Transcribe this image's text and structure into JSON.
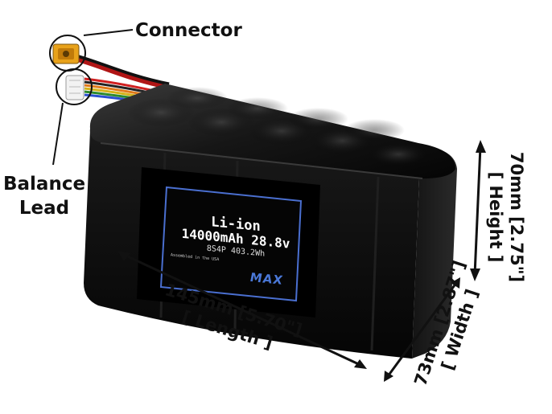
{
  "callouts": {
    "connector": "Connector",
    "balance_line1": "Balance",
    "balance_line2": "Lead"
  },
  "label": {
    "chemistry": "Li-ion",
    "rating": "14000mAh 28.8v",
    "config": "8S4P 403.2Wh",
    "assembled": "Assembled in the USA",
    "logo": "MAX"
  },
  "dimensions": {
    "length_value": "145mm [5.70\"]",
    "length_name": "[ Length ]",
    "height_value": "70mm [2.75\"]",
    "height_name": "[ Height ]",
    "width_value": "73mm [2.87\"]",
    "width_name": "[ Width ]"
  },
  "colors": {
    "battery_body": "#0a0a0a",
    "label_border": "#4a6fd0",
    "connector_yellow": "#e8a21a",
    "logo_blue": "#4a78d8"
  }
}
